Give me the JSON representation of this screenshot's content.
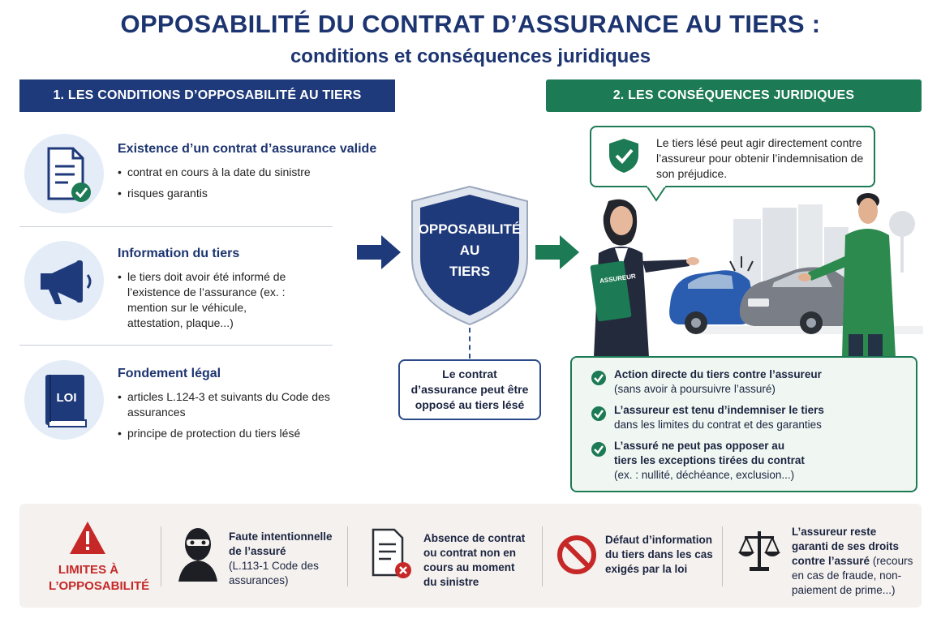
{
  "header": {
    "title": "OPPOSABILITÉ DU CONTRAT D’ASSURANCE AU TIERS :",
    "subtitle": "conditions et conséquences juridiques"
  },
  "left_section": {
    "heading": "1. LES CONDITIONS D’OPPOSABILITÉ AU TIERS",
    "conditions": [
      {
        "title": "Existence d’un contrat d’assurance valide",
        "icon": "document-check-icon",
        "bullets": [
          "contrat en cours à la date du sinistre",
          "risques garantis"
        ]
      },
      {
        "title": "Information du tiers",
        "icon": "megaphone-icon",
        "bullets": [
          "le tiers doit avoir été informé de l’existence de l’assurance (ex. : mention sur le véhicule, attestation, plaque...)"
        ]
      },
      {
        "title": "Fondement légal",
        "icon": "law-book-icon",
        "book_label": "LOI",
        "bullets": [
          "articles L.124-3 et suivants du Code des assurances",
          "principe de protection du tiers lésé"
        ]
      }
    ]
  },
  "center": {
    "shield_lines": [
      "OPPOSABILITÉ",
      "AU",
      "TIERS"
    ],
    "caption": "Le contrat d’assurance peut être opposé au tiers lésé"
  },
  "right_section": {
    "heading": "2. LES CONSÉQUENCES JURIDIQUES",
    "bubble_text": "Le tiers lésé peut agir directement contre l’assureur pour obtenir l’indemnisation de son préjudice.",
    "folder_label": "ASSUREUR",
    "consequences": [
      {
        "strong": "Action directe du tiers contre l’assureur",
        "detail": "(sans avoir à poursuivre l’assuré)"
      },
      {
        "strong": "L’assureur est tenu d’indemniser le tiers",
        "detail": "dans les limites du contrat et des garanties"
      },
      {
        "strong": "L’assuré ne peut pas opposer au tiers les exceptions tirées du contrat",
        "detail": "(ex. : nullité, déchéance, exclusion...)"
      }
    ]
  },
  "limits": {
    "label": "LIMITES À L’OPPOSABILITÉ",
    "items": [
      {
        "icon": "burglar-icon",
        "strong": "Faute intentionnelle de l’assuré",
        "detail": "(L.113-1 Code des assurances)"
      },
      {
        "icon": "document-cross-icon",
        "strong": "Absence de contrat ou contrat non en cours au moment du sinistre",
        "detail": ""
      },
      {
        "icon": "prohibited-icon",
        "strong": "Défaut d’information du tiers dans les cas exigés par la loi",
        "detail": ""
      },
      {
        "icon": "scales-icon",
        "strong": "L’assureur reste garanti de ses droits contre l’assuré",
        "detail": "(recours en cas de fraude, non-paiement de prime...)"
      }
    ]
  },
  "colors": {
    "navy": "#1f3a7a",
    "green": "#1c7a54",
    "red": "#c62828"
  }
}
